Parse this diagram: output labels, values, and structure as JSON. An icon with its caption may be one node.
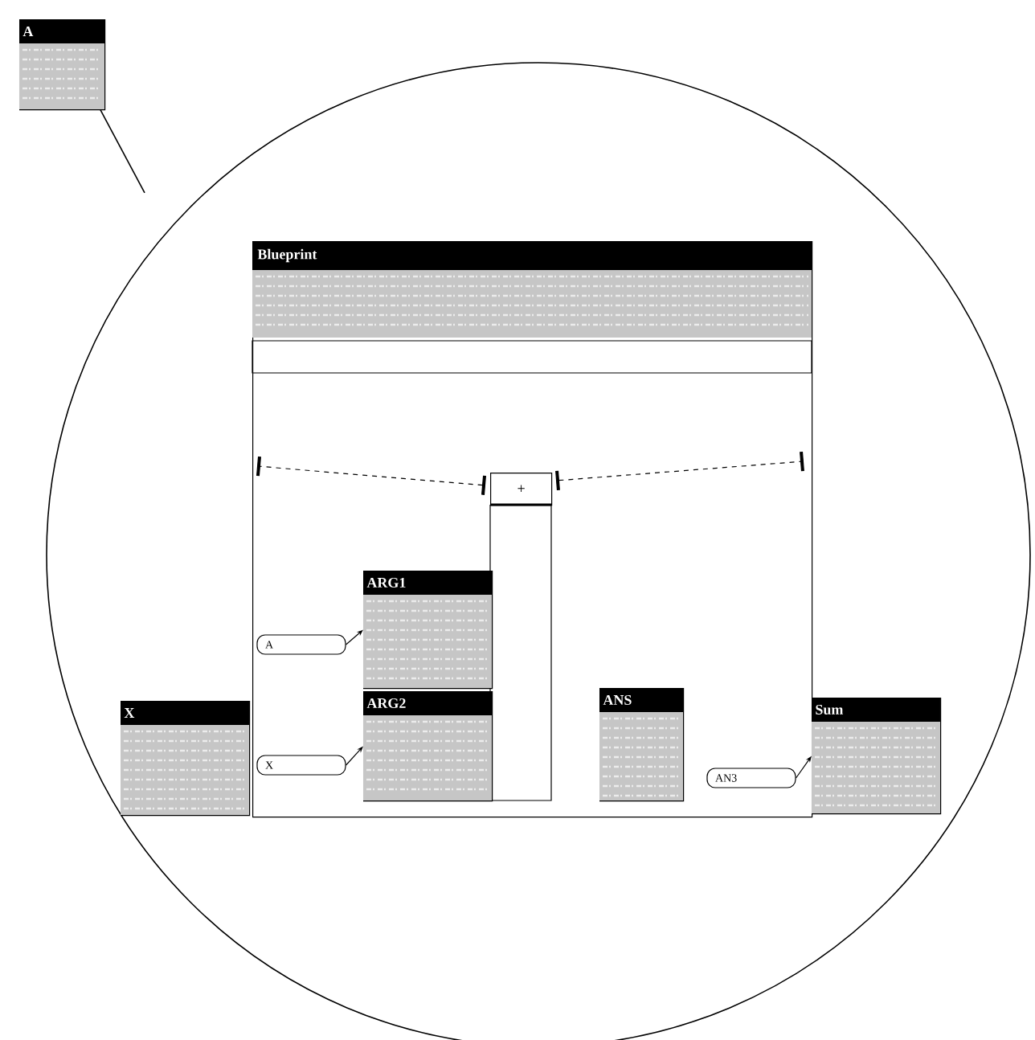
{
  "diagram": {
    "nodes": [
      {
        "text": [
          "A"
        ]
      },
      {
        "text": [
          "Blueprint"
        ]
      },
      {
        "text": [
          "+"
        ],
        "in": 1
      },
      {
        "text": [
          "ARG1"
        ],
        "in": 1
      },
      {
        "text": [
          "ARG2"
        ],
        "in": 1
      },
      {
        "text": [
          "ANS"
        ],
        "in": 1
      },
      {
        "text": [
          "X"
        ]
      },
      {
        "text": [
          "Sum"
        ]
      },
      {
        "text": [
          "A"
        ],
        "in": 1
      },
      {
        "text": [
          "X"
        ],
        "in": 1
      },
      {
        "text": [
          "AN3"
        ],
        "in": 1
      }
    ],
    "edges": [
      {
        "from": 8,
        "to": 3,
        "arrow": "to"
      },
      {
        "from": 9,
        "to": 4,
        "arrow": "to"
      },
      {
        "from": 10,
        "to": 7,
        "arrow": "to"
      },
      {
        "from": 2,
        "to": null,
        "arrow": "other",
        "style": "dashed"
      },
      {
        "from": 2,
        "to": null,
        "arrow": "other",
        "style": "dashed"
      }
    ]
  }
}
